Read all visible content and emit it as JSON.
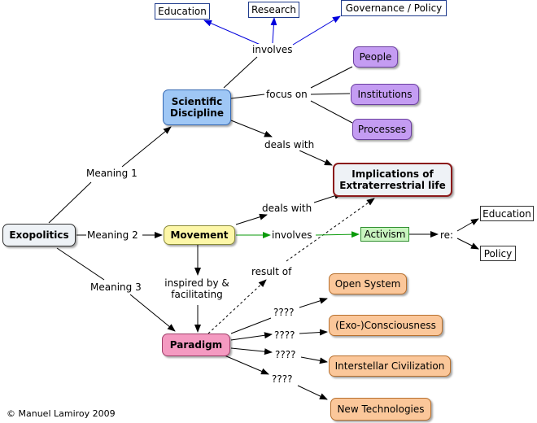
{
  "nodes": {
    "exopolitics": "Exopolitics",
    "scientific_discipline": "Scientific Discipline",
    "movement": "Movement",
    "paradigm": "Paradigm",
    "implications": "Implications of Extraterrestrial life",
    "education_top": "Education",
    "research": "Research",
    "governance_policy": "Governance / Policy",
    "people": "People",
    "institutions": "Institutions",
    "processes": "Processes",
    "activism": "Activism",
    "education_right": "Education",
    "policy_right": "Policy",
    "open_system": "Open System",
    "exo_consciousness": "(Exo-)Consciousness",
    "interstellar_civilization": "Interstellar Civilization",
    "new_technologies": "New Technologies"
  },
  "links": {
    "meaning1": "Meaning 1",
    "meaning2": "Meaning 2",
    "meaning3": "Meaning 3",
    "involves_top": "involves",
    "focus_on": "focus on",
    "deals_with_1": "deals with",
    "deals_with_2": "deals with",
    "involves_mid": "involves",
    "re": "re:",
    "inspired_by": "inspired by & facilitating",
    "result_of": "result of",
    "q1": "????",
    "q2": "????",
    "q3": "????",
    "q4": "????"
  },
  "colors": {
    "scientific_discipline": "#9fc7f5",
    "movement": "#fdf7a8",
    "paradigm": "#f49ac1",
    "implications_border": "#8b1a1a",
    "activism_fill": "#c9f5c0",
    "activism_border": "#2f8f2f",
    "blue_arrow": "#0000dd",
    "green_arrow": "#0a9a0a"
  },
  "footer": {
    "copyright": "© Manuel Lamiroy 2009"
  }
}
